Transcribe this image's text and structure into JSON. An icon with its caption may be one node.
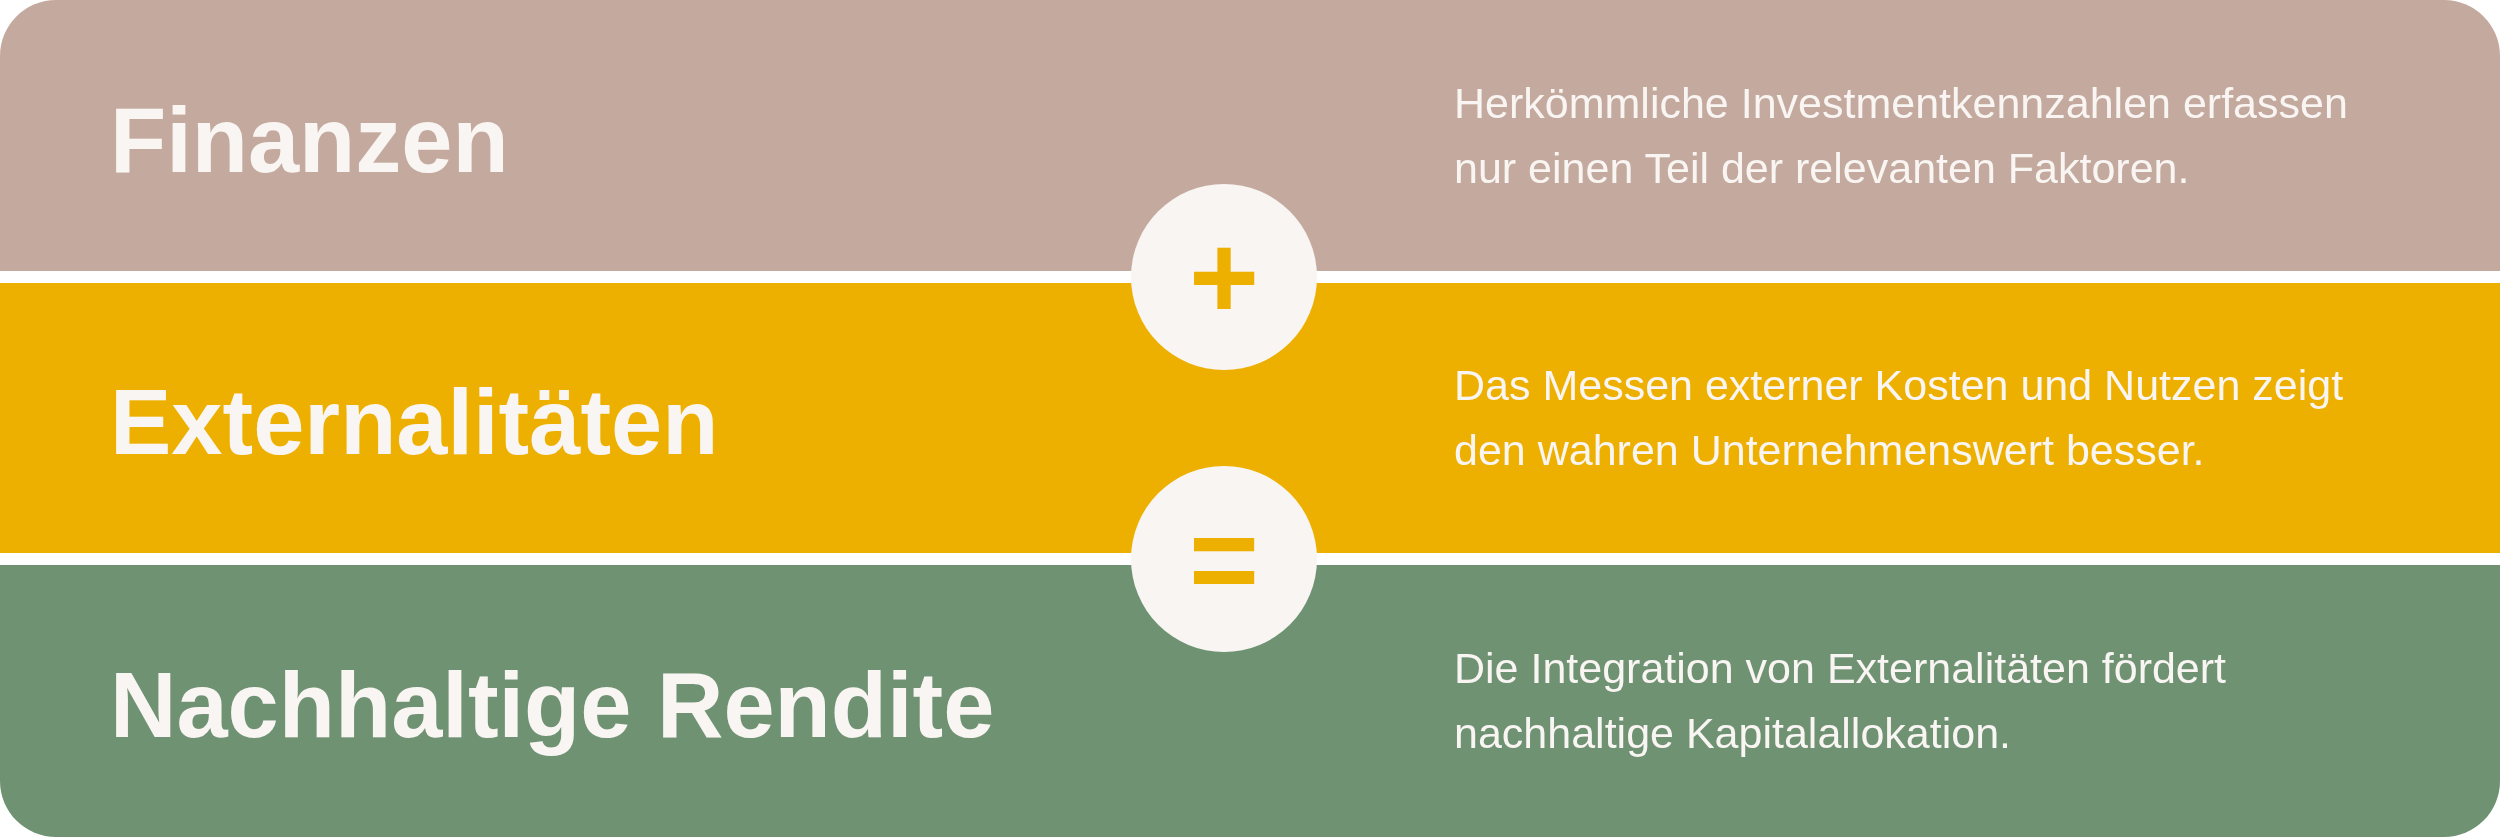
{
  "diagram": {
    "nodes": [
      {
        "text": [
          "Finanzen",
          "Herkömmliche Investmentkennzahlen erfassen nur einen Teil der relevanten Faktoren."
        ]
      },
      {
        "text": [
          "+"
        ]
      },
      {
        "text": [
          "Externalitäten",
          "Das Messen externer Kosten und Nutzen zeigt den wahren Unternehmenswert besser."
        ]
      },
      {
        "text": [
          "="
        ]
      },
      {
        "text": [
          "Nachhaltige Rendite",
          "Die Integration von Externalitäten fördert nachhaltige Kapitalallokation."
        ]
      }
    ]
  }
}
